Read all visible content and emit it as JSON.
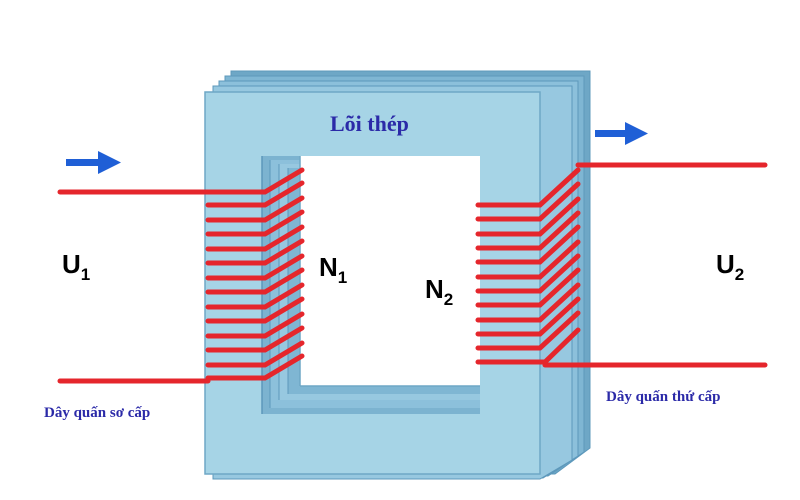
{
  "core_label": "Lõi thép",
  "primary": {
    "winding_label": "Dây quấn sơ cấp",
    "voltage": {
      "symbol": "U",
      "sub": "1"
    },
    "turns": {
      "symbol": "N",
      "sub": "1"
    }
  },
  "secondary": {
    "winding_label": "Dây quấn thứ cấp",
    "voltage": {
      "symbol": "U",
      "sub": "2"
    },
    "turns": {
      "symbol": "N",
      "sub": "2"
    }
  },
  "icons": {
    "input_arrow": "arrow-right-icon",
    "output_arrow": "arrow-right-icon"
  },
  "colors": {
    "core_front": "#a6d4e6",
    "core_side": "#7cb3d0",
    "core_edge": "#5d98bb",
    "wire": "#e5262c",
    "arrow": "#1f5fd6",
    "label": "#2b2aa8",
    "text": "#000000"
  }
}
